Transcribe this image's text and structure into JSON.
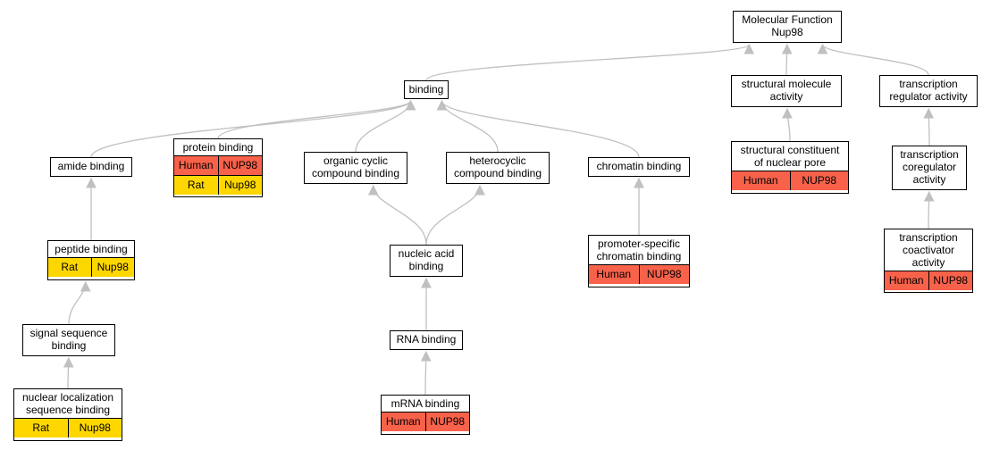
{
  "colors": {
    "human": "#f8614a",
    "rat": "#ffd700",
    "edge": "#c0c0c0"
  },
  "nodes": {
    "mf": {
      "label": "Molecular Function\nNup98"
    },
    "binding": {
      "label": "binding"
    },
    "sma": {
      "label": "structural molecule\nactivity"
    },
    "tra": {
      "label": "transcription\nregulator activity"
    },
    "amide": {
      "label": "amide binding"
    },
    "protein": {
      "label": "protein binding",
      "ann": [
        {
          "species": "Human",
          "gene": "NUP98"
        },
        {
          "species": "Rat",
          "gene": "Nup98"
        }
      ]
    },
    "organic": {
      "label": "organic cyclic\ncompound binding"
    },
    "hetero": {
      "label": "heterocyclic\ncompound binding"
    },
    "chromatin": {
      "label": "chromatin binding"
    },
    "scnp": {
      "label": "structural constituent\nof nuclear pore",
      "ann": [
        {
          "species": "Human",
          "gene": "NUP98"
        }
      ]
    },
    "tcoreg": {
      "label": "transcription\ncoregulator\nactivity"
    },
    "peptide": {
      "label": "peptide binding",
      "ann": [
        {
          "species": "Rat",
          "gene": "Nup98"
        }
      ]
    },
    "nucleic": {
      "label": "nucleic acid\nbinding"
    },
    "promoter": {
      "label": "promoter-specific\nchromatin binding",
      "ann": [
        {
          "species": "Human",
          "gene": "NUP98"
        }
      ]
    },
    "tcoact": {
      "label": "transcription\ncoactivator\nactivity",
      "ann": [
        {
          "species": "Human",
          "gene": "NUP98"
        }
      ]
    },
    "signal": {
      "label": "signal sequence\nbinding"
    },
    "rna": {
      "label": "RNA binding"
    },
    "nls": {
      "label": "nuclear localization\nsequence binding",
      "ann": [
        {
          "species": "Rat",
          "gene": "Nup98"
        }
      ]
    },
    "mrna": {
      "label": "mRNA binding",
      "ann": [
        {
          "species": "Human",
          "gene": "NUP98"
        }
      ]
    }
  },
  "edges": [
    [
      "binding",
      "mf"
    ],
    [
      "sma",
      "mf"
    ],
    [
      "tra",
      "mf"
    ],
    [
      "amide",
      "binding"
    ],
    [
      "protein",
      "binding"
    ],
    [
      "organic",
      "binding"
    ],
    [
      "hetero",
      "binding"
    ],
    [
      "chromatin",
      "binding"
    ],
    [
      "scnp",
      "sma"
    ],
    [
      "tcoreg",
      "tra"
    ],
    [
      "peptide",
      "amide"
    ],
    [
      "nucleic",
      "organic"
    ],
    [
      "nucleic",
      "hetero"
    ],
    [
      "promoter",
      "chromatin"
    ],
    [
      "tcoact",
      "tcoreg"
    ],
    [
      "signal",
      "peptide"
    ],
    [
      "rna",
      "nucleic"
    ],
    [
      "nls",
      "signal"
    ],
    [
      "mrna",
      "rna"
    ]
  ]
}
